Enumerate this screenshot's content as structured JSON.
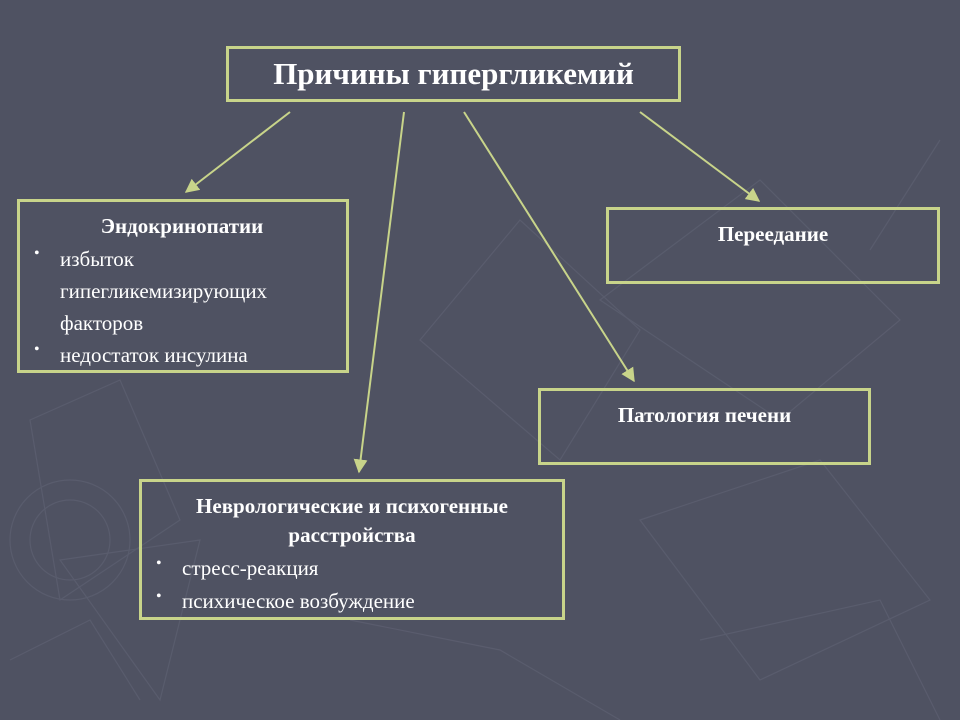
{
  "colors": {
    "background": "#4f5262",
    "box_border": "#c8d48a",
    "arrow": "#c8d48a",
    "text": "#ffffff"
  },
  "diagram": {
    "title": "Причины гипергликемий",
    "nodes": {
      "endocrinopathy": {
        "heading": "Эндокринопатии",
        "bullets": [
          "избыток гипегликемизирующих факторов",
          "недостаток инсулина"
        ]
      },
      "overeating": {
        "heading": "Переедание"
      },
      "liver": {
        "heading": "Патология печени"
      },
      "neuro": {
        "heading": "Неврологические и психогенные расстройства",
        "bullets": [
          "стресс-реакция",
          "психическое возбуждение"
        ]
      }
    },
    "edges": [
      {
        "from": "title",
        "to": "endocrinopathy"
      },
      {
        "from": "title",
        "to": "neuro"
      },
      {
        "from": "title",
        "to": "liver"
      },
      {
        "from": "title",
        "to": "overeating"
      }
    ]
  }
}
